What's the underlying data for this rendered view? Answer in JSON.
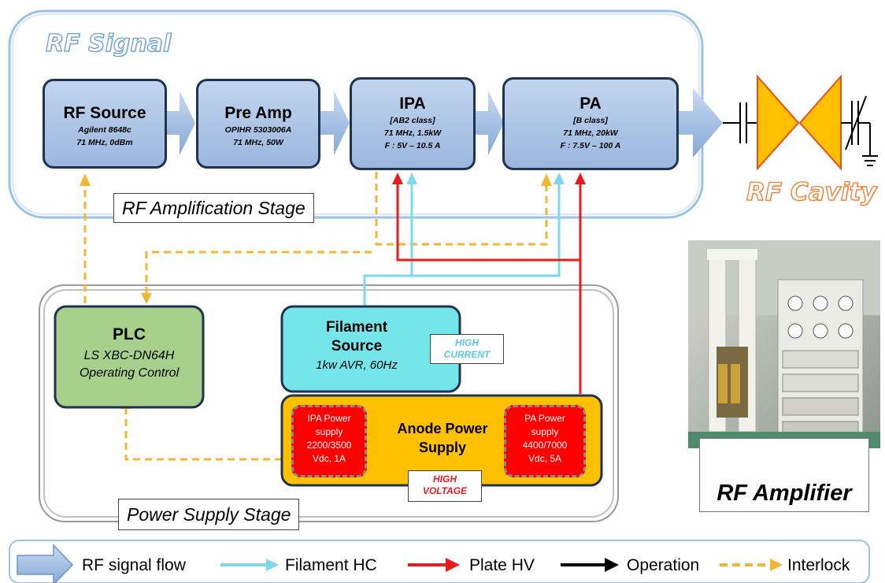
{
  "rf_signal_title": "RF Signal",
  "rf_cavity_title": "RF Cavity",
  "nodes": {
    "rf_source": {
      "title": "RF Source",
      "lines": [
        "Agilent 8648c",
        "71 MHz, 0dBm"
      ]
    },
    "pre_amp": {
      "title": "Pre Amp",
      "lines": [
        "OPIHR 5303006A",
        "71 MHz, 50W"
      ]
    },
    "ipa": {
      "title": "IPA",
      "lines": [
        "[AB2 class]",
        "71 MHz, 1.5kW",
        "F : 5V – 10.5 A"
      ]
    },
    "pa": {
      "title": "PA",
      "lines": [
        "[B class]",
        "71 MHz, 20kW",
        "F : 7.5V – 100 A"
      ]
    },
    "plc": {
      "title": "PLC",
      "lines": [
        "LS XBC-DN64H",
        "Operating Control"
      ]
    },
    "filament": {
      "title_lines": [
        "Filament",
        "Source"
      ],
      "sub": "1kw AVR, 60Hz"
    },
    "anode": {
      "title_lines": [
        "Anode Power",
        "Supply"
      ]
    },
    "ipa_power": {
      "lines": [
        "IPA Power",
        "supply",
        "2200/3500",
        "Vdc, 1A"
      ]
    },
    "pa_power": {
      "lines": [
        "PA Power",
        "supply",
        "4400/7000",
        "Vdc, 5A"
      ]
    }
  },
  "stages": {
    "rf_amplification": "RF Amplification Stage",
    "power_supply": "Power Supply Stage"
  },
  "warnings": {
    "high_current": [
      "HIGH",
      "CURRENT"
    ],
    "high_voltage": [
      "HIGH",
      "VOLTAGE"
    ]
  },
  "photo_caption": "RF Amplifier",
  "legend": {
    "rf_signal_flow": "RF signal flow",
    "filament_hc": "Filament HC",
    "plate_hv": "Plate HV",
    "operation": "Operation",
    "interlock": "Interlock"
  },
  "colors": {
    "rf_box": "#9bb7df",
    "filament_box": "#74e6ea",
    "plc_box": "#a8d08d",
    "anode_box": "#ffc000",
    "filament_line": "#7dd9ee",
    "plate_line": "#e81c1c",
    "interlock_line": "#f2b534",
    "cavity": "#ffc000"
  }
}
